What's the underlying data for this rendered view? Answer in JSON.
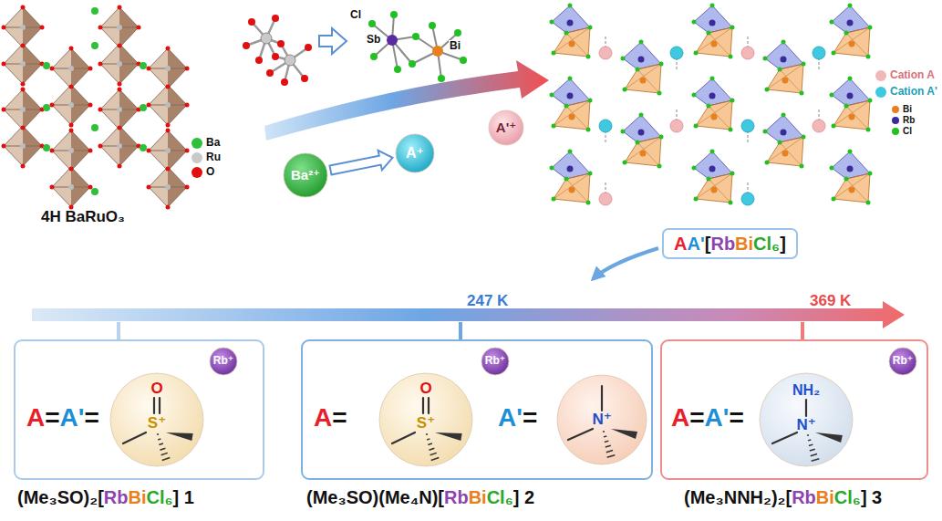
{
  "diagram": {
    "nodes": [
      {
        "text": [
          "Ba²⁺"
        ]
      },
      {
        "text": [
          "A⁺"
        ]
      },
      {
        "text": [
          "A'⁺"
        ]
      },
      {
        "text": [
          "AA'[RbBiCl₆]"
        ]
      },
      {
        "text": [
          "A=A'=",
          "(Me₃SO)₂[RbBiCl₆] 1"
        ]
      },
      {
        "text": [
          "O",
          "S⁺"
        ],
        "in": 4
      },
      {
        "text": [
          "Rb⁺"
        ],
        "in": 4
      },
      {
        "text": [
          "247 K",
          "A=",
          "A'=",
          "(Me₃SO)(Me₄N)[RbBiCl₆] 2"
        ]
      },
      {
        "text": [
          "O",
          "S⁺"
        ],
        "in": 7
      },
      {
        "text": [
          "Rb⁺"
        ],
        "in": 7
      },
      {
        "text": [
          "N⁺"
        ],
        "in": 7
      },
      {
        "text": [
          "369 K",
          "A=A'=",
          "(Me₃NNH₂)₂[RbBiCl₆] 3"
        ]
      },
      {
        "text": [
          "NH₂",
          "N⁺"
        ],
        "in": 11
      },
      {
        "text": [
          "Rb⁺"
        ],
        "in": 11
      }
    ],
    "edges": [
      {
        "from": 0,
        "to": 1,
        "arrow": "to"
      },
      {
        "from": 5,
        "to": 6,
        "arrow": "to"
      },
      {
        "from": 8,
        "to": 9,
        "arrow": "to"
      },
      {
        "from": 12,
        "to": 13,
        "arrow": "to"
      }
    ],
    "labels": [
      "4H BaRuO₃",
      "Cl",
      "Sb",
      "Bi"
    ],
    "legend": [
      {
        "text": "Ba",
        "color": "#2fbf3a"
      },
      {
        "text": "Ru",
        "color": "#c9c9c9"
      },
      {
        "text": "O",
        "color": "#e01010"
      },
      {
        "text": "Cation A",
        "color": "#f2b8b8"
      },
      {
        "text": "Cation A'",
        "color": "#3ec9e0"
      },
      {
        "text": "Bi",
        "color": "#e8801e"
      },
      {
        "text": "Rb",
        "color": "#3a2a9a"
      },
      {
        "text": "Cl",
        "color": "#22c022"
      }
    ]
  }
}
